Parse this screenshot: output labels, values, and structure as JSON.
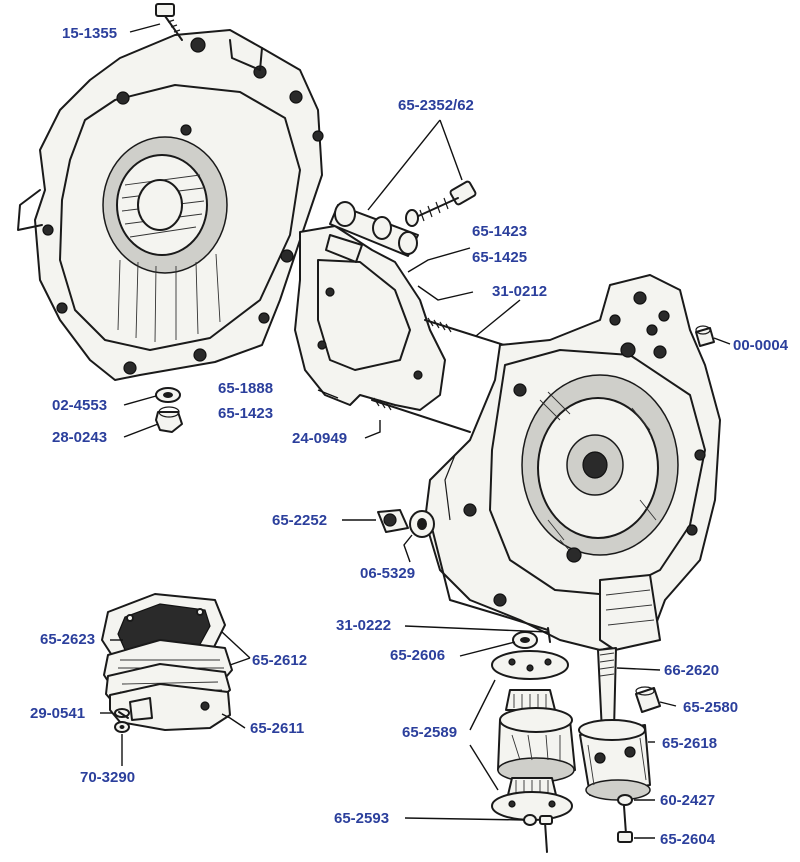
{
  "labels": {
    "p15_1355": "15-1355",
    "p65_2352_62": "65-2352/62",
    "p65_1423_a": "65-1423",
    "p65_1425": "65-1425",
    "p31_0212": "31-0212",
    "p00_0004": "00-0004",
    "p02_4553": "02-4553",
    "p28_0243": "28-0243",
    "p65_1888": "65-1888",
    "p65_1423_b": "65-1423",
    "p24_0949": "24-0949",
    "p65_2252": "65-2252",
    "p06_5329": "06-5329",
    "p31_0222": "31-0222",
    "p65_2606": "65-2606",
    "p66_2620": "66-2620",
    "p65_2623": "65-2623",
    "p65_2612": "65-2612",
    "p65_2580": "65-2580",
    "p29_0541": "29-0541",
    "p65_2611": "65-2611",
    "p65_2589": "65-2589",
    "p65_2618": "65-2618",
    "p70_3290": "70-3290",
    "p60_2427": "60-2427",
    "p65_2593": "65-2593",
    "p65_2604": "65-2604"
  },
  "colors": {
    "label": "#2b3f9c",
    "ink": "#1a1a1a",
    "paper": "#ffffff"
  }
}
